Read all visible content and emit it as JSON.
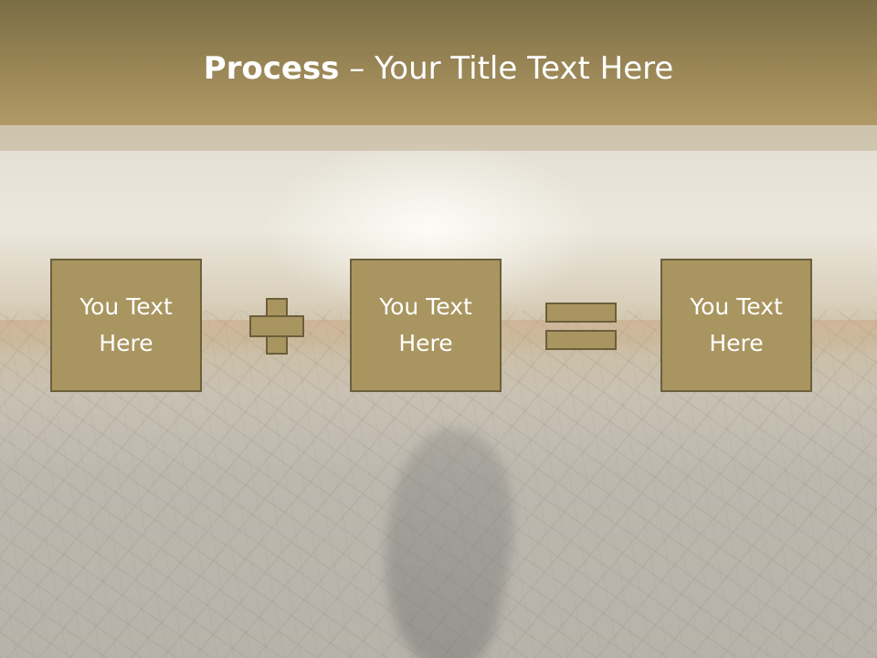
{
  "title": {
    "bold": "Process",
    "rest": " – Your Title Text Here"
  },
  "boxes": [
    {
      "text": "You Text Here"
    },
    {
      "text": "You Text Here"
    },
    {
      "text": "You Text Here"
    }
  ],
  "operators": {
    "first": "plus-icon",
    "second": "equals-icon"
  },
  "colors": {
    "header": "#9a8656",
    "box_fill": "#a99560",
    "box_border": "#6b5f3d",
    "text": "#ffffff"
  }
}
